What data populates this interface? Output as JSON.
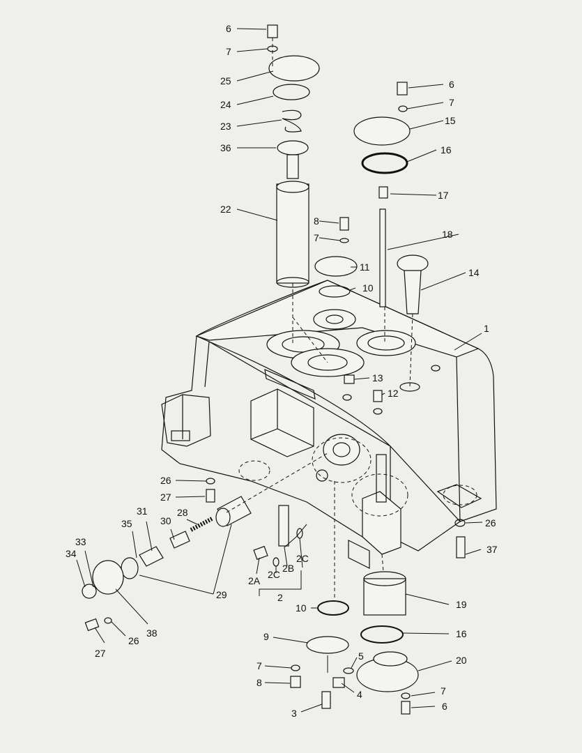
{
  "diagram": {
    "callouts": [
      {
        "id": "c6a",
        "text": "6"
      },
      {
        "id": "c7a",
        "text": "7"
      },
      {
        "id": "c25",
        "text": "25"
      },
      {
        "id": "c24",
        "text": "24"
      },
      {
        "id": "c23",
        "text": "23"
      },
      {
        "id": "c36",
        "text": "36"
      },
      {
        "id": "c22",
        "text": "22"
      },
      {
        "id": "c6b",
        "text": "6"
      },
      {
        "id": "c7b",
        "text": "7"
      },
      {
        "id": "c15",
        "text": "15"
      },
      {
        "id": "c16a",
        "text": "16"
      },
      {
        "id": "c17",
        "text": "17"
      },
      {
        "id": "c8a",
        "text": "8"
      },
      {
        "id": "c7c",
        "text": "7"
      },
      {
        "id": "c18",
        "text": "18"
      },
      {
        "id": "c11",
        "text": "11"
      },
      {
        "id": "c14",
        "text": "14"
      },
      {
        "id": "c10a",
        "text": "10"
      },
      {
        "id": "c1",
        "text": "1"
      },
      {
        "id": "c13",
        "text": "13"
      },
      {
        "id": "c12",
        "text": "12"
      },
      {
        "id": "c26a",
        "text": "26"
      },
      {
        "id": "c27a",
        "text": "27"
      },
      {
        "id": "c31",
        "text": "31"
      },
      {
        "id": "c28",
        "text": "28"
      },
      {
        "id": "c30",
        "text": "30"
      },
      {
        "id": "c35",
        "text": "35"
      },
      {
        "id": "c33",
        "text": "33"
      },
      {
        "id": "c34",
        "text": "34"
      },
      {
        "id": "c38",
        "text": "38"
      },
      {
        "id": "c29",
        "text": "29"
      },
      {
        "id": "c26b",
        "text": "26"
      },
      {
        "id": "c27b",
        "text": "27"
      },
      {
        "id": "c2a",
        "text": "2A"
      },
      {
        "id": "c2c1",
        "text": "2C"
      },
      {
        "id": "c2b",
        "text": "2B"
      },
      {
        "id": "c2c2",
        "text": "2C"
      },
      {
        "id": "c2",
        "text": "2"
      },
      {
        "id": "c26c",
        "text": "26"
      },
      {
        "id": "c37",
        "text": "37"
      },
      {
        "id": "c10b",
        "text": "10"
      },
      {
        "id": "c19",
        "text": "19"
      },
      {
        "id": "c16b",
        "text": "16"
      },
      {
        "id": "c9",
        "text": "9"
      },
      {
        "id": "c5",
        "text": "5"
      },
      {
        "id": "c20",
        "text": "20"
      },
      {
        "id": "c7d",
        "text": "7"
      },
      {
        "id": "c8b",
        "text": "8"
      },
      {
        "id": "c4",
        "text": "4"
      },
      {
        "id": "c7e",
        "text": "7"
      },
      {
        "id": "c3",
        "text": "3"
      },
      {
        "id": "c6c",
        "text": "6"
      }
    ]
  }
}
